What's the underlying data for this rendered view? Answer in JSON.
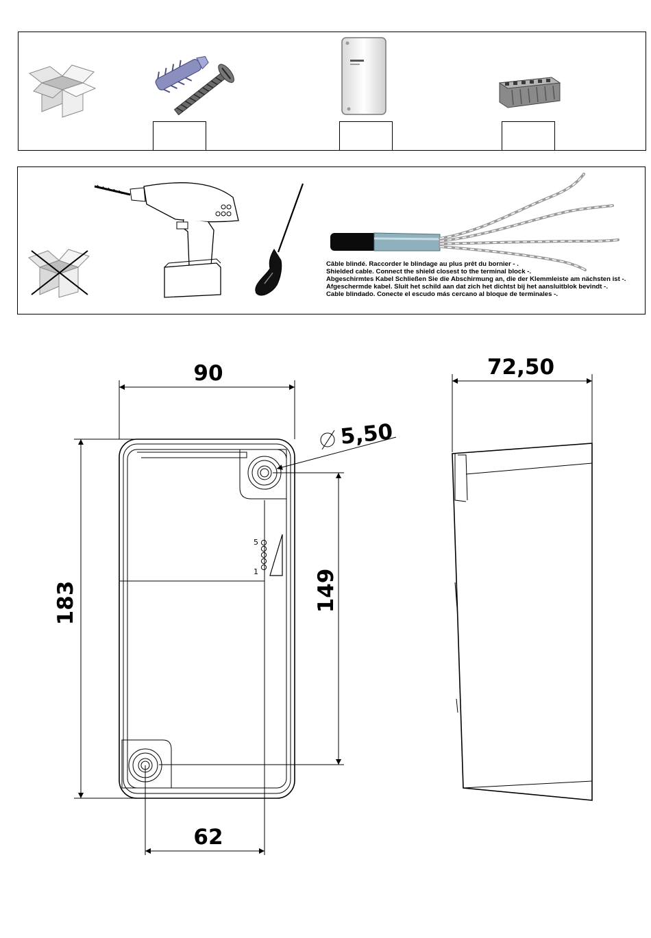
{
  "cable_note": {
    "fr": "Câble blindé. Raccorder le blindage au plus prêt du bornier - .",
    "en": "Shielded cable. Connect the shield closest to the terminal block -.",
    "de": "Abgeschirmtes Kabel Schließen Sie die Abschirmung an, die der Klemmleiste am nächsten ist -.",
    "nl": "Afgeschermde kabel. Sluit het schild aan dat zich het dichtst bij het aansluitblok bevindt -.",
    "es": "Cable blindado. Conecte el escudo más cercano al bloque de terminales -."
  },
  "dimensions": {
    "width": "90",
    "height": "183",
    "depth": "72,50",
    "hole_diameter": "5,50",
    "hole_vertical": "149",
    "hole_horizontal": "62"
  },
  "level_scale": {
    "top": "5",
    "bottom": "1"
  },
  "icons": {
    "kit_box": "open-box-icon",
    "fixings": "wall-plug-screw-icon",
    "device": "wireless-module-icon",
    "terminal": "terminal-block-icon",
    "no_box": "crossed-box-icon",
    "drill": "drill-icon",
    "screwdriver": "screwdriver-icon",
    "cable": "shielded-cable-icon"
  }
}
